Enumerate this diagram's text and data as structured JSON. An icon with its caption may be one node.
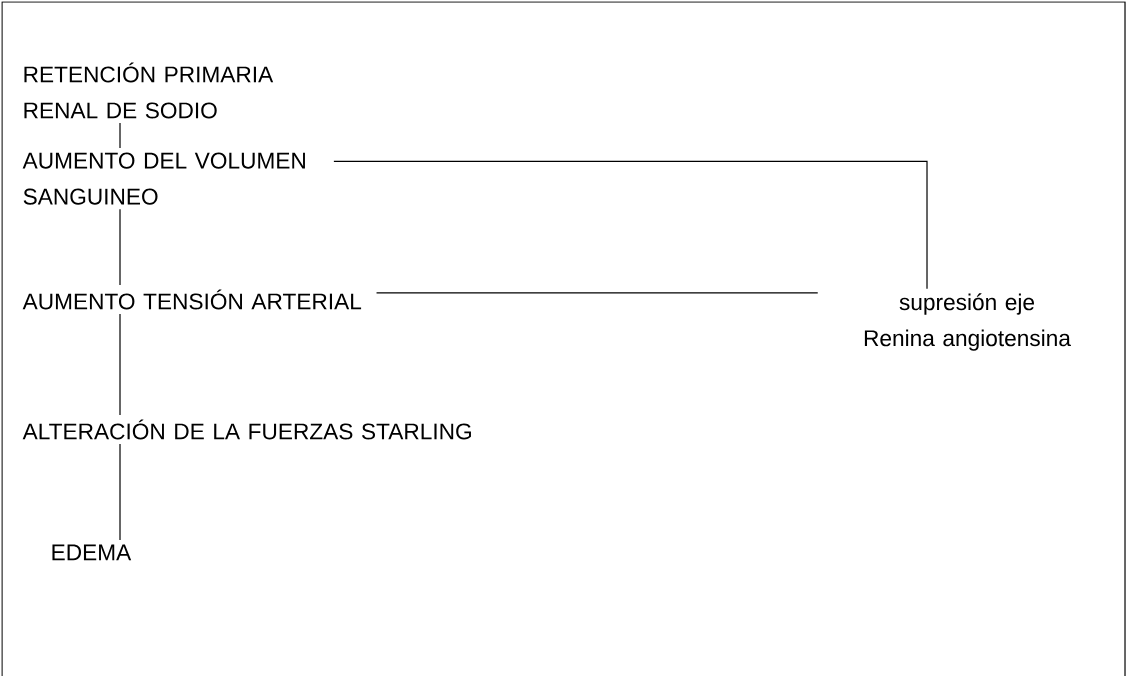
{
  "diagram": {
    "nodes": [
      {
        "text": [
          "RETENCIÓN PRIMARIA RENAL DE SODIO"
        ]
      },
      {
        "text": [
          "AUMENTO DEL VOLUMEN SANGUINEO"
        ]
      },
      {
        "text": [
          "AUMENTO TENSIÓN ARTERIAL"
        ]
      },
      {
        "text": [
          "ALTERACIÓN DE LA FUERZAS STARLING"
        ]
      },
      {
        "text": [
          "EDEMA"
        ]
      },
      {
        "text": [
          "supresión eje Renina angiotensina"
        ]
      }
    ],
    "edges": [
      {
        "from": 0,
        "to": 1,
        "arrow": "none"
      },
      {
        "from": 1,
        "to": 2,
        "arrow": "none"
      },
      {
        "from": 2,
        "to": 3,
        "arrow": "none"
      },
      {
        "from": 3,
        "to": 4,
        "arrow": "none"
      },
      {
        "from": 1,
        "to": 5,
        "arrow": "none"
      },
      {
        "from": 2,
        "to": 5,
        "arrow": "none"
      }
    ]
  }
}
